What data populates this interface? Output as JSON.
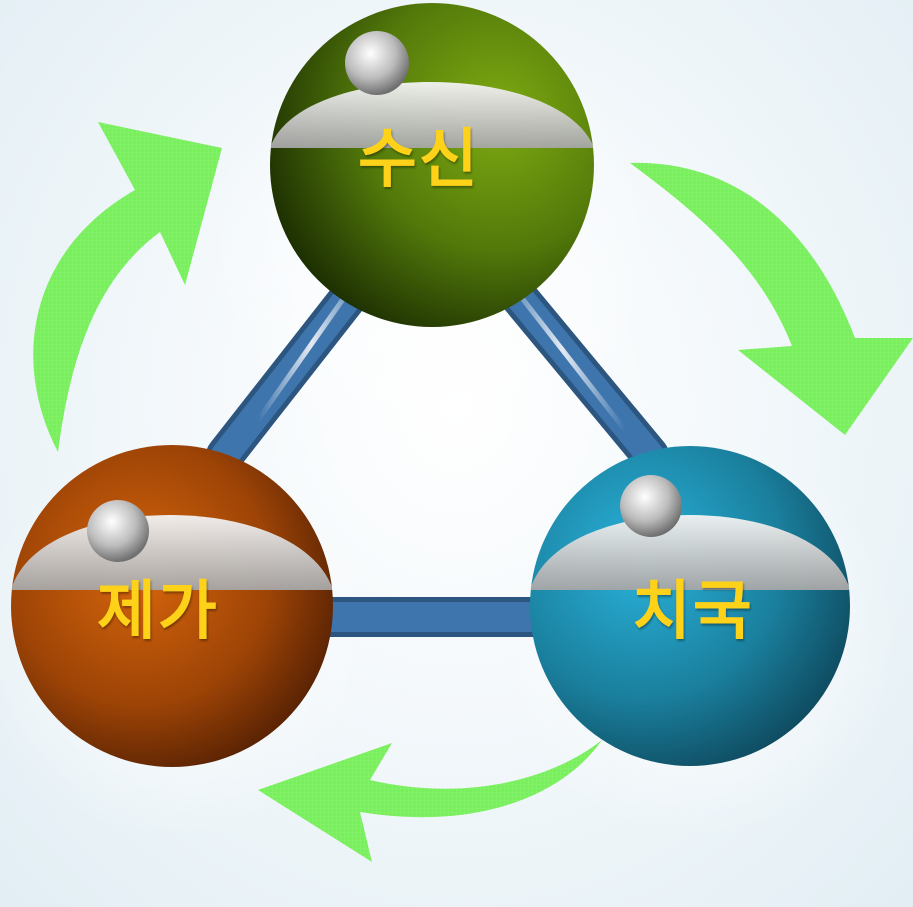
{
  "diagram": {
    "nodes": {
      "top": {
        "label": "수신",
        "color": "#6f9a10"
      },
      "left": {
        "label": "제가",
        "color": "#b24f08"
      },
      "right": {
        "label": "치국",
        "color": "#1f8fb0"
      }
    },
    "cycle_arrow_color": "#78ef5c",
    "connector_color": "#36659c"
  }
}
